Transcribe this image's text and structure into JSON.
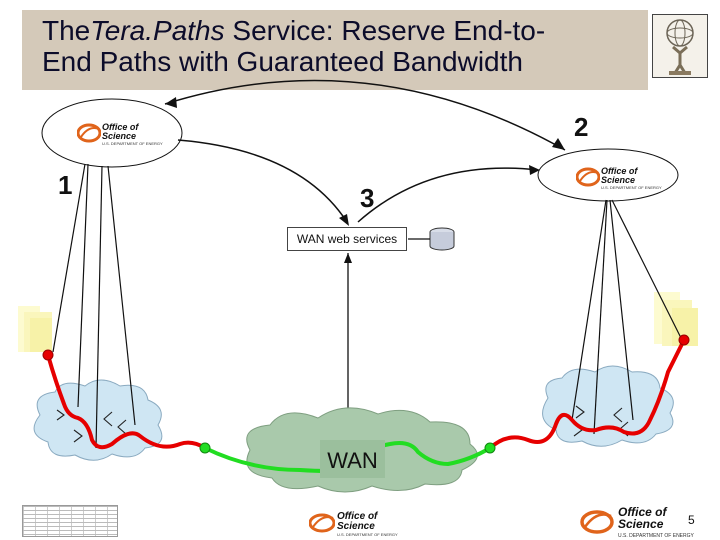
{
  "slide": {
    "title_prefix": "The",
    "title_italic": "Tera.Paths",
    "title_rest_line1": " Service: Reserve End-to-",
    "title_line2": "End Paths with Guaranteed Bandwidth",
    "page_number": "5"
  },
  "diagram": {
    "step_labels": [
      "1",
      "2",
      "3"
    ],
    "wan_web_services": "WAN web services",
    "wan_label": "WAN"
  },
  "logos": {
    "doe_title": "Office of Science",
    "doe_line1": "Office of",
    "doe_line2": "Science",
    "doe_sub": "U.S. DEPARTMENT OF ENERGY"
  },
  "colors": {
    "title_band": "#d4c9b9",
    "path_red": "#e60000",
    "path_green": "#22dd22",
    "cloud_blue": "#cfe6f3",
    "cloud_wan": "#a9c9ab",
    "doe_orange": "#e0641b"
  }
}
